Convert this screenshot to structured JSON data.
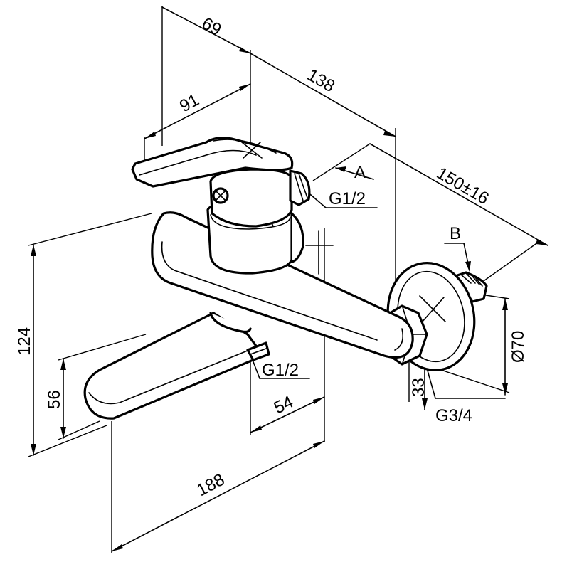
{
  "dimensions": {
    "d69": "69",
    "d91": "91",
    "d138": "138",
    "d150": "150±16",
    "d124": "124",
    "d56": "56",
    "d54": "54",
    "d188": "188",
    "d33": "33",
    "d70": "Ø70"
  },
  "labels": {
    "A": "A",
    "B": "B",
    "g_top": "G1/2",
    "g_mid": "G1/2",
    "g_bottom": "G3/4"
  }
}
